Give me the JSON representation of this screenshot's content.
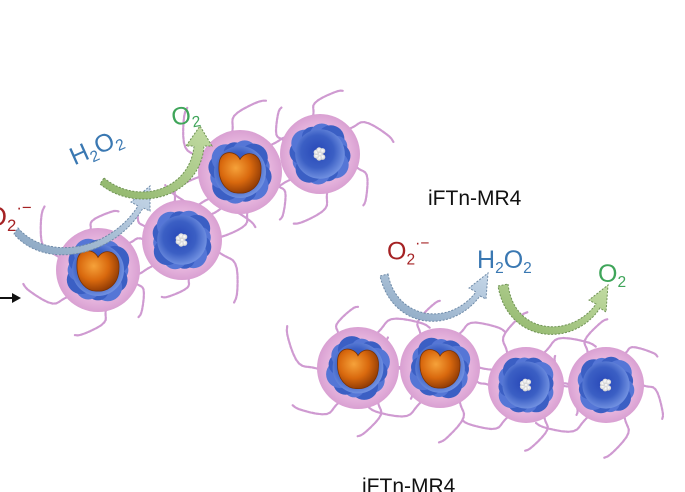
{
  "labels": {
    "top_name": "iFTn-MR4",
    "bottom_name": "iFTn-MR4",
    "superoxide": "O",
    "superoxide_sub": "2",
    "superoxide_sup": "·−",
    "h": "H",
    "h_sub": "2",
    "o": "O",
    "o_sub": "2",
    "oxygen": "O",
    "oxygen_sub": "2"
  },
  "colors": {
    "superoxide": "#a52224",
    "peroxide": "#3a78b2",
    "oxygen": "#3fa55a",
    "shell_blue": "#3b5fc4",
    "shell_pink": "#e7b6de",
    "tail": "#cf9ad1",
    "core_orange": "#d9690e",
    "core_white": "#f2f2f2",
    "arrow_blue": "#a9c0d8",
    "arrow_green": "#aacb86"
  },
  "chains": [
    {
      "name": "upper-chain",
      "particles": [
        {
          "core": "orange"
        },
        {
          "core": "white"
        },
        {
          "core": "orange"
        },
        {
          "core": "white"
        }
      ]
    },
    {
      "name": "lower-chain",
      "particles": [
        {
          "core": "orange"
        },
        {
          "core": "orange"
        },
        {
          "core": "white"
        },
        {
          "core": "white"
        }
      ]
    }
  ]
}
